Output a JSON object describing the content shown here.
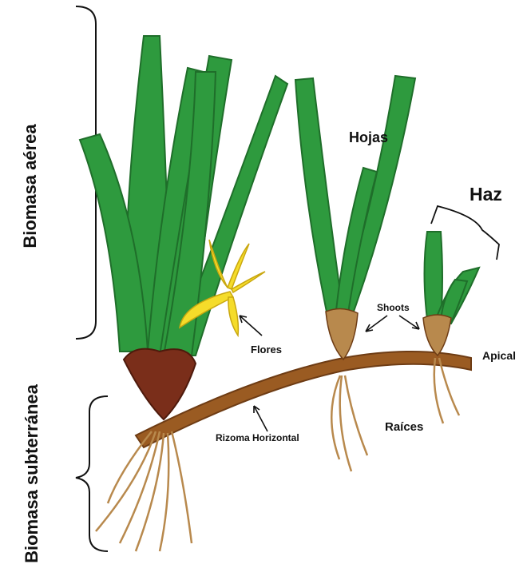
{
  "labels": {
    "aerial_biomass": "Biomasa aérea",
    "underground_biomass": "Biomasa subterránea",
    "leaves": "Hojas",
    "bundle": "Haz",
    "shoots": "Shoots",
    "apical": "Apical",
    "flowers": "Flores",
    "roots": "Raíces",
    "rhizome": "Rizoma Horizontal"
  },
  "colors": {
    "leaf": "#2e9a3e",
    "leaf_dark": "#1f6e2a",
    "rhizome": "#9a5b22",
    "rhizome_dark": "#6e3c14",
    "root": "#b8894d",
    "base": "#7a2e1a",
    "flower": "#f5dc2a",
    "flower_dark": "#c9a70f",
    "ink": "#111111"
  }
}
